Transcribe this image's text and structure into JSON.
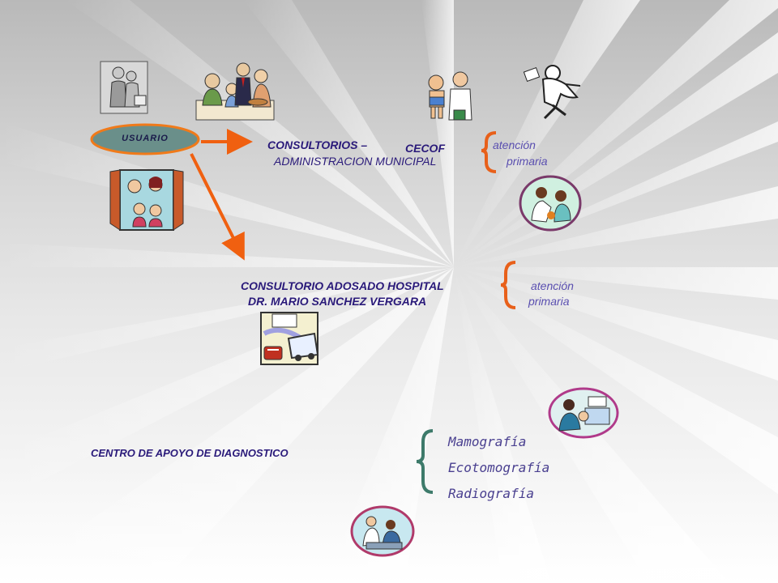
{
  "colors": {
    "ellipse_fill": "#6a8f8a",
    "ellipse_stroke": "#f07a1a",
    "arrow": "#f06010",
    "brace_orange": "#e8601a",
    "brace_teal": "#3d7a6a",
    "navy_text": "#2a1a7a"
  },
  "usuario": {
    "label": "USUARIO"
  },
  "cecof": {
    "line1": "CONSULTORIOS –",
    "cecof": "CECOF",
    "line2": "ADMINISTRACION  MUNICIPAL",
    "atencion": "atención",
    "primaria": "primaria"
  },
  "hospital": {
    "line1": "CONSULTORIO  ADOSADO  HOSPITAL",
    "line2": "DR.  MARIO SANCHEZ  VERGARA",
    "atencion": "atención",
    "primaria": "primaria"
  },
  "centro": {
    "title": "CENTRO  DE  APOYO  DE  DIAGNOSTICO",
    "services": [
      "Mamografía",
      "Ecotomografía",
      "Radiografía"
    ]
  },
  "icons": [
    "elderly-couple-clipart-icon",
    "family-dinner-clipart-icon",
    "doctor-child-clipart-icon",
    "running-nurse-clipart-icon",
    "family-window-clipart-icon",
    "doctor-patient-clipart-icon",
    "hospital-ambulance-clipart-icon",
    "mammography-clipart-icon",
    "xray-clipart-icon"
  ]
}
